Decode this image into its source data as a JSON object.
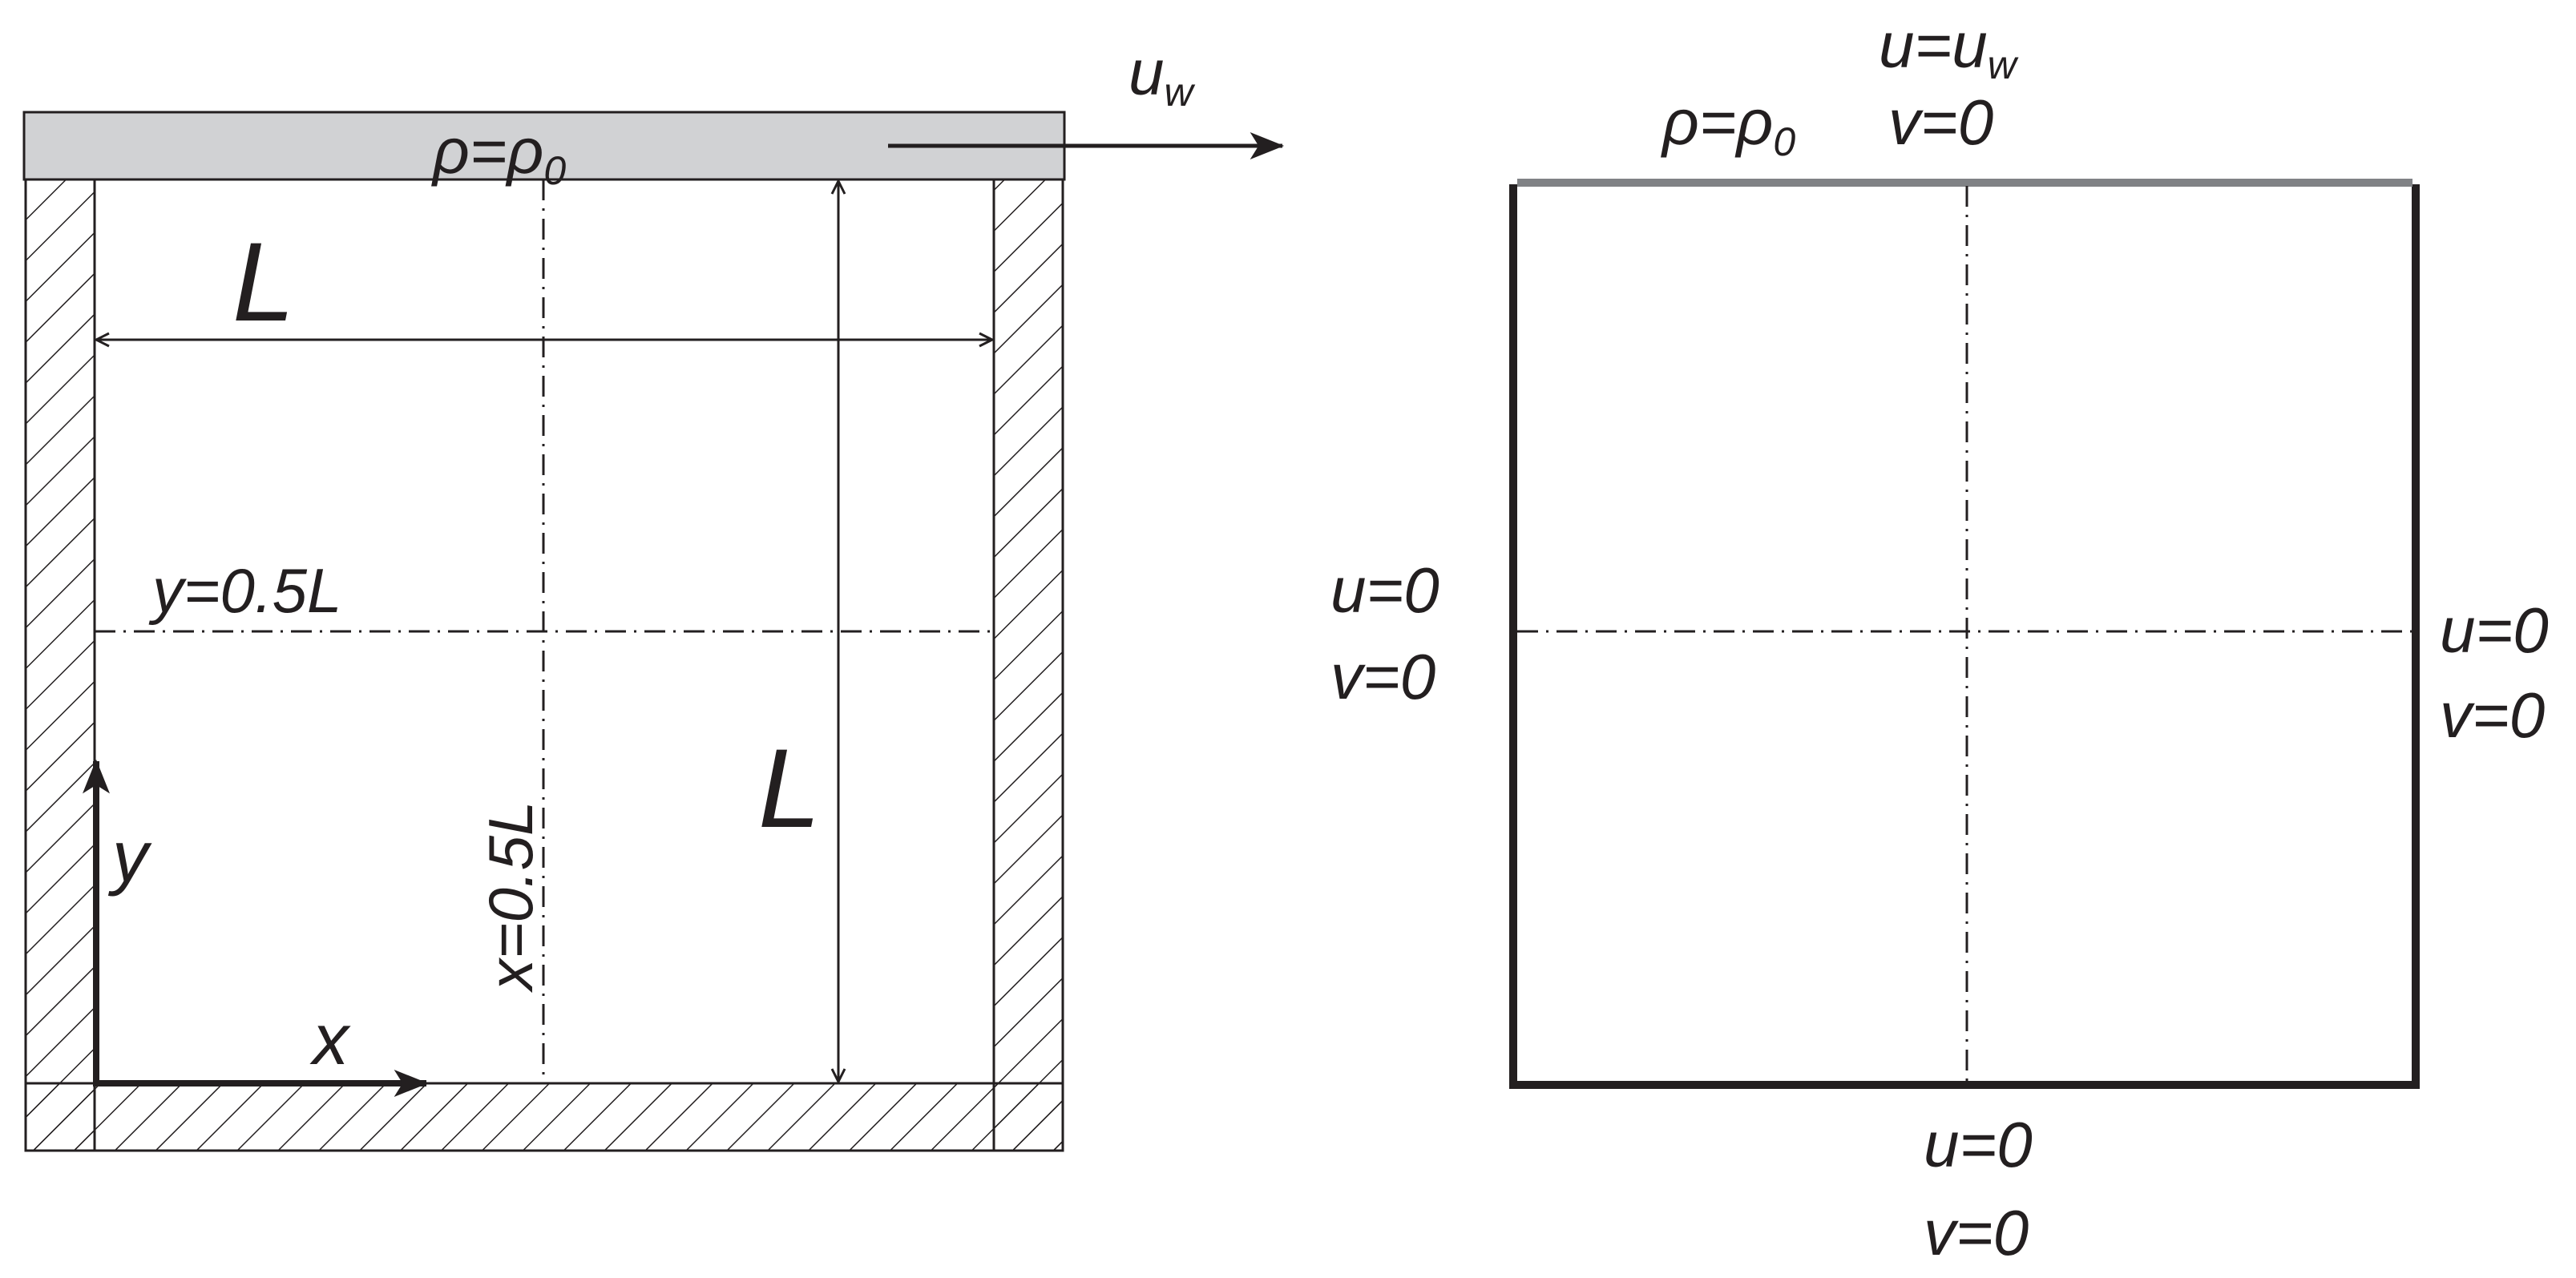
{
  "left_panel": {
    "lid_label": {
      "base": "ρ=ρ",
      "sub": "0"
    },
    "wall_velocity_label": {
      "base": "u",
      "sub": "w"
    },
    "width_label": "L",
    "height_label": "L",
    "horizontal_centerline_label": "y=0.5L",
    "vertical_centerline_label": "x=0.5L",
    "axis_x_label": "x",
    "axis_y_label": "y"
  },
  "right_panel": {
    "top_density_label": {
      "base": "ρ=ρ",
      "sub": "0"
    },
    "top_u_label": {
      "base": "u=u",
      "sub": "w"
    },
    "top_v_label": "v=0",
    "left_u_label": "u=0",
    "left_v_label": "v=0",
    "right_u_label": "u=0",
    "right_v_label": "v=0",
    "bottom_u_label": "u=0",
    "bottom_v_label": "v=0"
  },
  "colors": {
    "ink": "#231f20",
    "lid_fill": "#d1d2d4",
    "top_boundary": "#808285"
  }
}
